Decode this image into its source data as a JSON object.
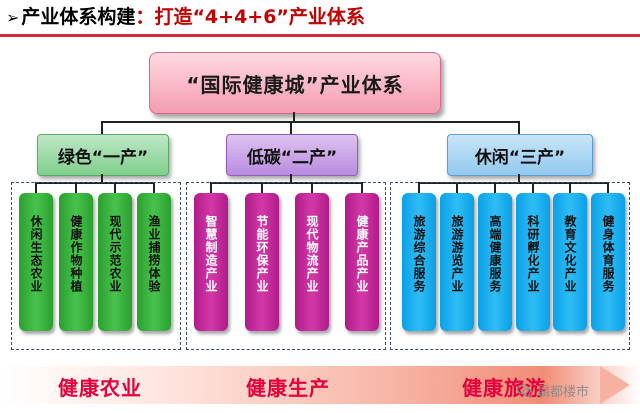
{
  "heading": {
    "arrow": "➢",
    "label": "产业体系构建",
    "colon": "：",
    "emphasis": "打造“4+4+6”产业体系"
  },
  "system": {
    "title": "“国际健康城”产业体系"
  },
  "categories": [
    {
      "label": "绿色“一产”",
      "color": "#7fcf8c"
    },
    {
      "label": "低碳“二产”",
      "color": "#b98ce0"
    },
    {
      "label": "休闲“三产”",
      "color": "#92c9ef"
    }
  ],
  "items": {
    "green": [
      "休闲生态农业",
      "健康作物种植",
      "现代示范农业",
      "渔业捕捞体验"
    ],
    "purple": [
      "智慧制造产业",
      "节能环保产业",
      "现代物流产业",
      "健康产品产业"
    ],
    "blue": [
      "旅游综合服务",
      "旅游游览产业",
      "高端健康服务",
      "科研孵化产业",
      "教育文化产业",
      "健身体育服务"
    ]
  },
  "phases": [
    "健康农业",
    "健康生产",
    "健康旅游"
  ],
  "watermark": {
    "text": "霸都楼市",
    "icon": "wechat-icon"
  },
  "colors": {
    "accent": "#c00000",
    "phase_text": "#e5003c"
  }
}
